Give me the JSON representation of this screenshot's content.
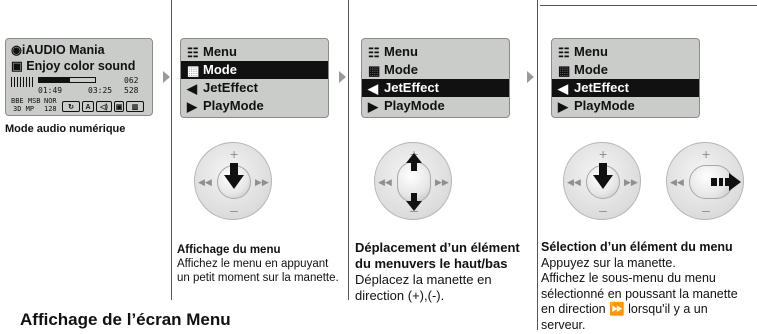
{
  "audio_screen": {
    "title": "iAUDIO Mania",
    "subtitle": "Enjoy color sound",
    "elapsed": "01:49",
    "total": "03:25",
    "counter_top": "062",
    "counter_bottom": "528",
    "progress": 0.55,
    "eq_line1": "BBE MSB",
    "eq_line2": "3D MP",
    "mode_line1": "NOR",
    "mode_line2": "128",
    "caption": "Mode audio numérique"
  },
  "menu_items": [
    "Menu",
    "Mode",
    "JetEffect",
    "PlayMode"
  ],
  "panel1": {
    "selected_index": 1,
    "caption_title": "Affichage du menu",
    "caption_text": [
      "Affichez le menu en appuyant",
      "un petit moment sur la manette."
    ]
  },
  "panel2": {
    "selected_index": 2,
    "caption_title_1": "Déplacement d’un élément",
    "caption_title_2": "du menuvers le haut/bas",
    "caption_text": [
      "Déplacez la manette en",
      "direction (+),(-)."
    ]
  },
  "panel3": {
    "selected_index": 2,
    "caption_title": "Sélection d’un élément du menu",
    "caption_text": [
      "Appuyez sur la manette.",
      "Affichez le sous-menu du menu",
      "sélectionné en poussant la manette",
      "en direction ⏩ lorsqu'il y a un",
      "serveur."
    ]
  },
  "dial_labels": {
    "plus": "+",
    "minus": "–",
    "rewind": "◀◀",
    "forward": "▶▶"
  },
  "section_heading": "Affichage de l’écran Menu",
  "colors": {
    "lcd": "#c9ccc9",
    "selection": "#111111",
    "arrow": "#9a9a9a"
  }
}
